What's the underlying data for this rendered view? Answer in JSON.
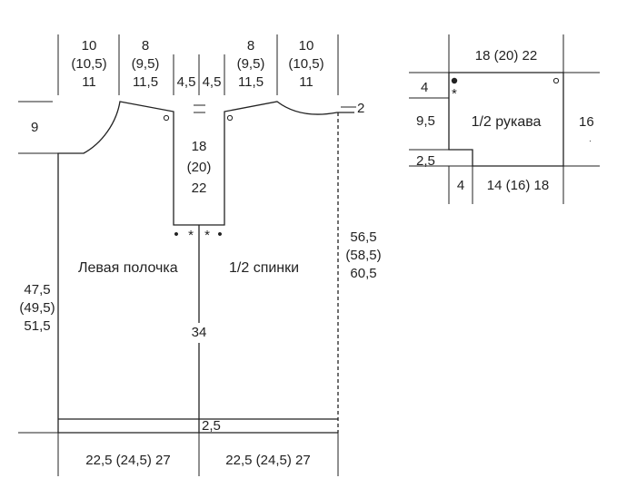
{
  "body": {
    "top_left_shoulder": [
      "10",
      "(10,5)",
      "11"
    ],
    "top_left_slope": [
      "8",
      "(9,5)",
      "11,5"
    ],
    "neck_half_left": "4,5",
    "neck_half_right": "4,5",
    "top_right_slope": [
      "8",
      "(9,5)",
      "11,5"
    ],
    "top_right_shoulder": [
      "10",
      "(10,5)",
      "11"
    ],
    "right_top_offset": "2",
    "armhole_depth": "9",
    "neck_depth": [
      "18",
      "(20)",
      "22"
    ],
    "buttons": [
      "•",
      "*",
      "*",
      "•"
    ],
    "left_front_label": "Левая полочка",
    "back_label": "1/2 спинки",
    "side_length": [
      "47,5",
      "(49,5)",
      "51,5"
    ],
    "total_length": [
      "56,5",
      "(58,5)",
      "60,5"
    ],
    "front_opening_length": "34",
    "hem_height": "2,5",
    "bottom_left_width": "22,5 (24,5) 27",
    "bottom_right_width": "22,5 (24,5) 27"
  },
  "sleeve": {
    "top_width": "18 (20) 22",
    "left_top": "4",
    "left_mid": "9,5",
    "left_bottom": "2,5",
    "label": "1/2 рукава",
    "right_height": "16",
    "bottom_left": "4",
    "bottom_width": "14 (16) 18"
  }
}
